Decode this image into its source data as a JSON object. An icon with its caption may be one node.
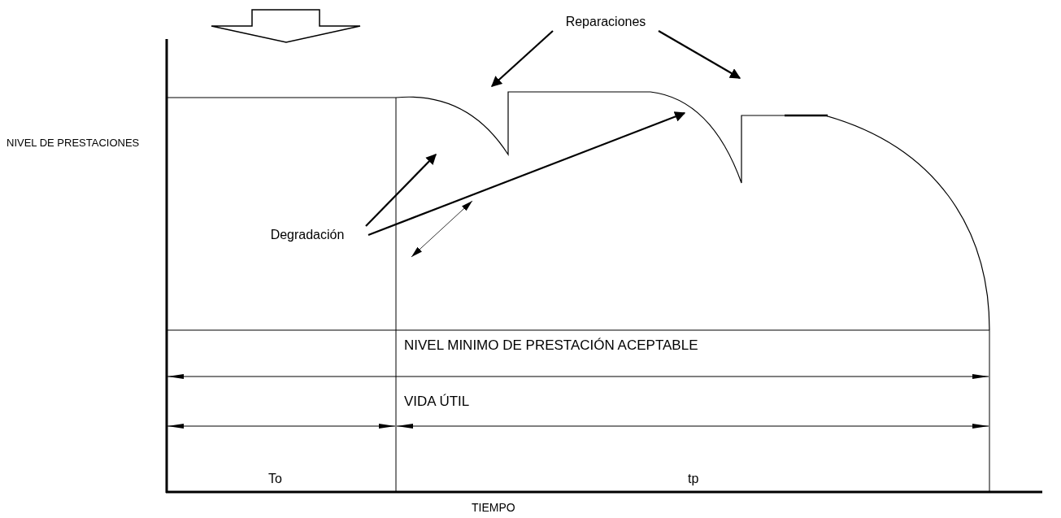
{
  "diagram": {
    "nodes": [
      {
        "text": [
          "Reparaciones"
        ]
      },
      {
        "text": [
          "Degradación"
        ]
      }
    ],
    "edges": [
      {
        "from": 0,
        "to": null,
        "arrow": "to"
      },
      {
        "from": 0,
        "to": null,
        "arrow": "to"
      },
      {
        "from": 1,
        "to": null,
        "arrow": "to"
      },
      {
        "from": 1,
        "to": null,
        "arrow": "to"
      }
    ],
    "labels": [
      "NIVEL DE PRESTACIONES",
      "NIVEL MINIMO DE PRESTACIÓN ACEPTABLE",
      "VIDA ÚTIL",
      "To",
      "tp",
      "TIEMPO"
    ]
  }
}
